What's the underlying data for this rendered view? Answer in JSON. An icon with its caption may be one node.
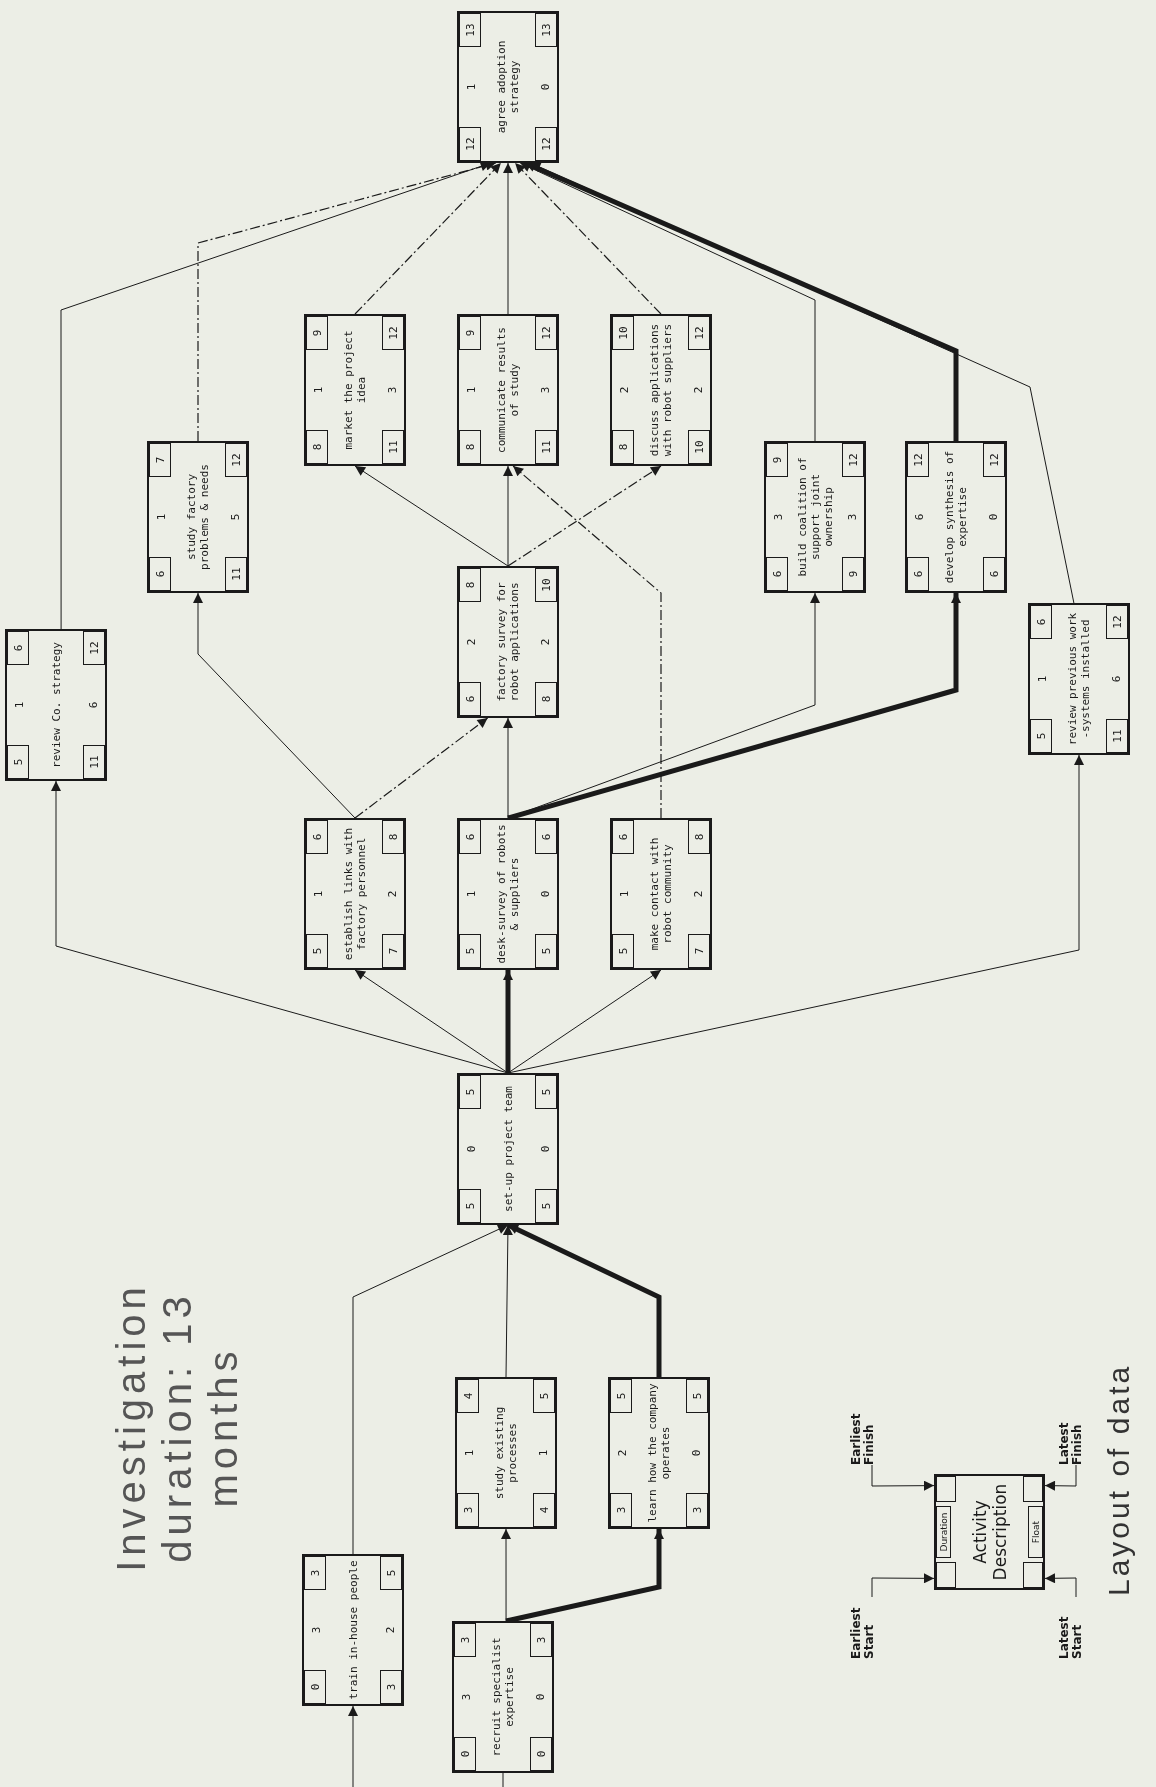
{
  "diagram": {
    "title": "Investigation duration: 13 months",
    "nodes": [
      {
        "text": [
          "0",
          "3",
          "3",
          "train in-house people",
          "3",
          "2",
          "5"
        ]
      },
      {
        "text": [
          "0",
          "3",
          "3",
          "recruit specialist expertise",
          "0",
          "0",
          "3"
        ]
      },
      {
        "text": [
          "3",
          "1",
          "4",
          "study existing processes",
          "4",
          "1",
          "5"
        ]
      },
      {
        "text": [
          "3",
          "2",
          "5",
          "learn how the company operates",
          "3",
          "0",
          "5"
        ]
      },
      {
        "text": [
          "5",
          "0",
          "5",
          "set-up project team",
          "5",
          "0",
          "5"
        ]
      },
      {
        "text": [
          "5",
          "1",
          "6",
          "establish links with factory personnel",
          "7",
          "2",
          "8"
        ]
      },
      {
        "text": [
          "5",
          "1",
          "6",
          "desk-survey of robots & suppliers",
          "5",
          "0",
          "6"
        ]
      },
      {
        "text": [
          "5",
          "1",
          "6",
          "make contact with robot community",
          "7",
          "2",
          "8"
        ]
      },
      {
        "text": [
          "5",
          "1",
          "6",
          "review Co. strategy",
          "11",
          "6",
          "12"
        ]
      },
      {
        "text": [
          "6",
          "2",
          "8",
          "factory survey for robot applications",
          "8",
          "2",
          "10"
        ]
      },
      {
        "text": [
          "5",
          "1",
          "6",
          "review previous work -systems installed",
          "11",
          "6",
          "12"
        ]
      },
      {
        "text": [
          "6",
          "1",
          "7",
          "study factory problems & needs",
          "11",
          "5",
          "12"
        ]
      },
      {
        "text": [
          "6",
          "3",
          "9",
          "build coalition of support joint ownership",
          "9",
          "3",
          "12"
        ]
      },
      {
        "text": [
          "6",
          "6",
          "12",
          "develop synthesis of expertise",
          "6",
          "0",
          "12"
        ]
      },
      {
        "text": [
          "8",
          "1",
          "9",
          "market the project idea",
          "11",
          "3",
          "12"
        ]
      },
      {
        "text": [
          "8",
          "1",
          "9",
          "communicate results of study",
          "11",
          "3",
          "12"
        ]
      },
      {
        "text": [
          "8",
          "2",
          "10",
          "discuss applications with robot suppliers",
          "10",
          "2",
          "12"
        ]
      },
      {
        "text": [
          "12",
          "1",
          "13",
          "agree adoption strategy",
          "12",
          "0",
          "13"
        ]
      },
      {
        "text": [
          "Duration",
          "Activity Description",
          "Float"
        ]
      },
      {
        "text": [
          "Earliest Start"
        ]
      },
      {
        "text": [
          "Earliest Finish"
        ]
      },
      {
        "text": [
          "Latest Start"
        ]
      },
      {
        "text": [
          "Latest Finish"
        ]
      }
    ],
    "edges": [
      {
        "from": null,
        "to": 0,
        "arrow": "to"
      },
      {
        "from": null,
        "to": 1,
        "arrow": "none"
      },
      {
        "from": 1,
        "to": 2,
        "arrow": "to"
      },
      {
        "from": 1,
        "to": 3,
        "arrow": "to",
        "style": "thick"
      },
      {
        "from": 0,
        "to": 4,
        "arrow": "to"
      },
      {
        "from": 2,
        "to": 4,
        "arrow": "to"
      },
      {
        "from": 3,
        "to": 4,
        "arrow": "to",
        "style": "thick"
      },
      {
        "from": 4,
        "to": 8,
        "arrow": "to"
      },
      {
        "from": 4,
        "to": 5,
        "arrow": "to"
      },
      {
        "from": 4,
        "to": 6,
        "arrow": "to",
        "style": "thick"
      },
      {
        "from": 4,
        "to": 7,
        "arrow": "to"
      },
      {
        "from": 4,
        "to": 10,
        "arrow": "to"
      },
      {
        "from": 5,
        "to": 11,
        "arrow": "to"
      },
      {
        "from": 5,
        "to": 9,
        "arrow": "to",
        "style": "dashed"
      },
      {
        "from": 6,
        "to": 9,
        "arrow": "to"
      },
      {
        "from": 6,
        "to": 12,
        "arrow": "to"
      },
      {
        "from": 6,
        "to": 13,
        "arrow": "to",
        "style": "thick"
      },
      {
        "from": 7,
        "to": 15,
        "arrow": "to",
        "style": "dashed"
      },
      {
        "from": 9,
        "to": 14,
        "arrow": "to"
      },
      {
        "from": 9,
        "to": 15,
        "arrow": "to"
      },
      {
        "from": 9,
        "to": 16,
        "arrow": "to",
        "style": "dashed"
      },
      {
        "from": 8,
        "to": 17,
        "arrow": "to"
      },
      {
        "from": 11,
        "to": 17,
        "arrow": "to",
        "style": "dashed"
      },
      {
        "from": 14,
        "to": 17,
        "arrow": "to",
        "style": "dashed"
      },
      {
        "from": 15,
        "to": 17,
        "arrow": "to"
      },
      {
        "from": 16,
        "to": 17,
        "arrow": "to",
        "style": "dashed"
      },
      {
        "from": 12,
        "to": 17,
        "arrow": "to"
      },
      {
        "from": 13,
        "to": 17,
        "arrow": "to",
        "style": "thick"
      },
      {
        "from": 10,
        "to": 17,
        "arrow": "to"
      },
      {
        "from": 19,
        "to": 18,
        "arrow": "to"
      },
      {
        "from": 20,
        "to": 18,
        "arrow": "to"
      },
      {
        "from": 21,
        "to": 18,
        "arrow": "to"
      },
      {
        "from": 22,
        "to": 18,
        "arrow": "to"
      }
    ],
    "labels": [
      "Layout of data"
    ]
  }
}
